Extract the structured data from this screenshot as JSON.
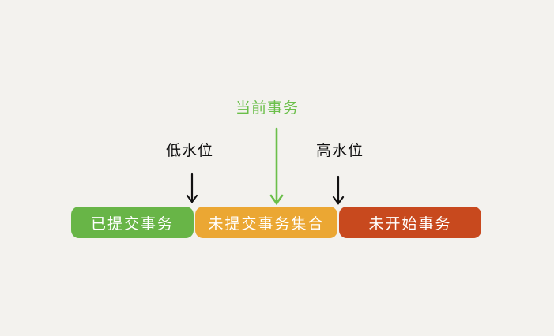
{
  "diagram": {
    "segments": [
      {
        "label": "已提交事务",
        "color": "#68b547"
      },
      {
        "label": "未提交事务集合",
        "color": "#eba733"
      },
      {
        "label": "未开始事务",
        "color": "#c8491e"
      }
    ],
    "markers": {
      "low_watermark": {
        "label": "低水位",
        "color": "#111111"
      },
      "current_transaction": {
        "label": "当前事务",
        "color": "#6bbf4a"
      },
      "high_watermark": {
        "label": "高水位",
        "color": "#111111"
      }
    }
  }
}
